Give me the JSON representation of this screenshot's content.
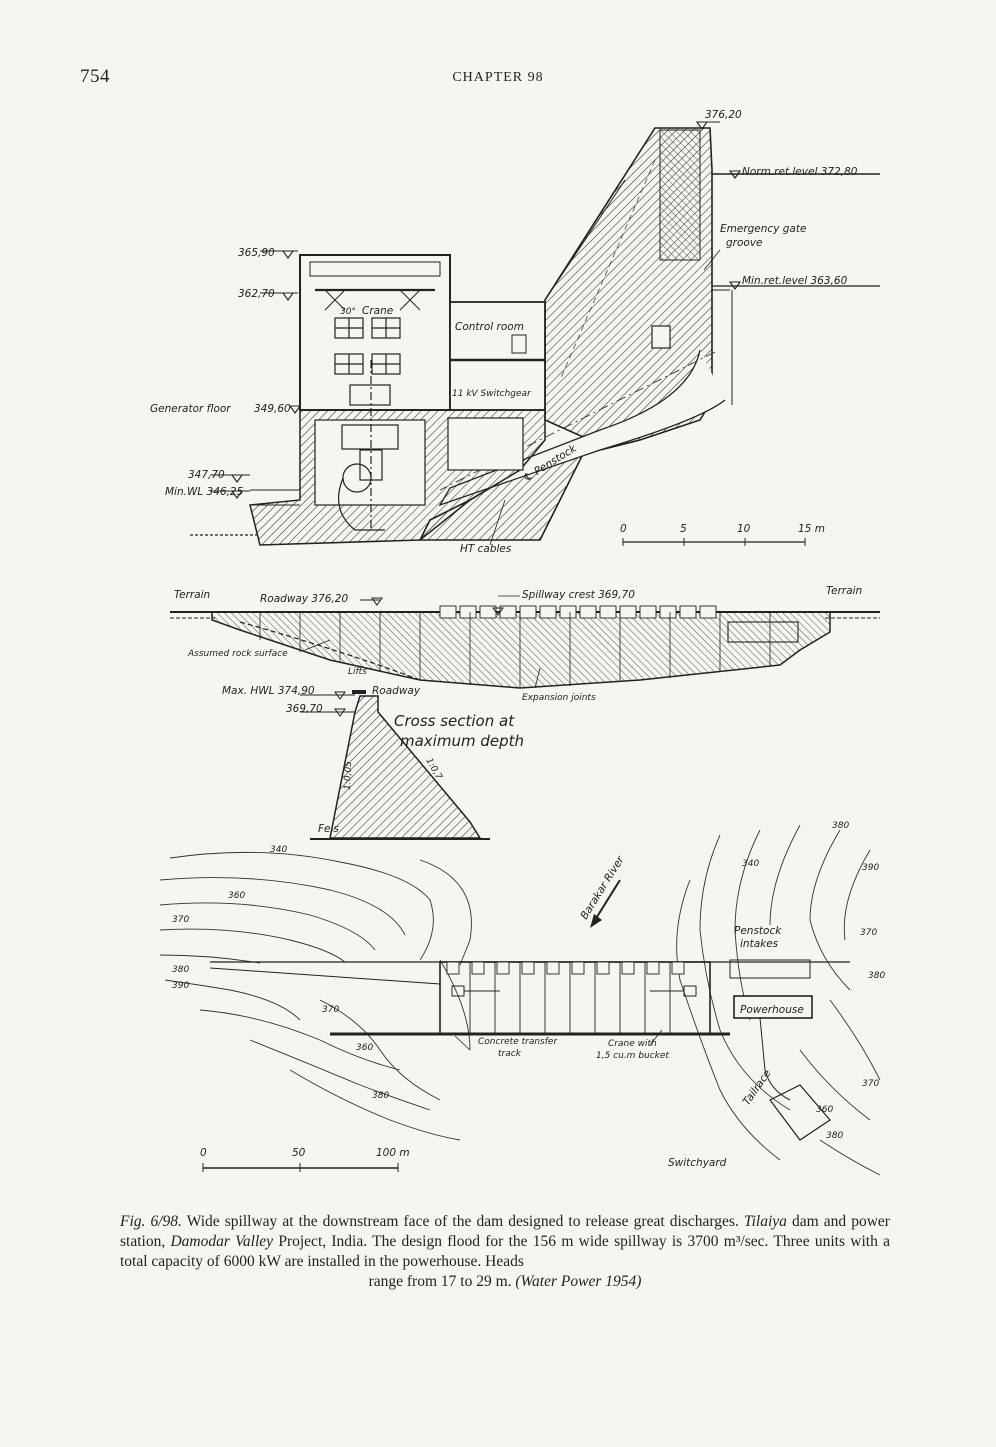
{
  "header": {
    "page_number": "754",
    "chapter": "CHAPTER 98"
  },
  "section_top": {
    "crest_level": "376,20",
    "norm_ret_level": "Norm.ret.level 372,80",
    "emergency_gate": [
      "Emergency gate",
      "groove"
    ],
    "min_ret_level": "Min.ret.level 363,60",
    "el_365": "365,90",
    "el_362": "362,70",
    "crane_angle": "30°",
    "crane": "Crane",
    "control_room": "Control room",
    "switchgear": "11 kV Switchgear",
    "generator_floor": "Generator floor",
    "generator_level": "349,60",
    "el_347": "347,70",
    "min_wl": "Min.WL 346,25",
    "penstock": "℄ Penstock",
    "ht_cables": "HT cables",
    "scale": [
      "0",
      "5",
      "10",
      "15 m"
    ]
  },
  "section_long": {
    "terrain_left": "Terrain",
    "roadway": "Roadway 376,20",
    "spillway_crest": "Spillway crest 369,70",
    "terrain_right": "Terrain",
    "rock_surface": "Assumed rock surface",
    "lifts": "Lifts",
    "expansion_joints": "Expansion joints"
  },
  "section_cross": {
    "max_hwl": "Max. HWL 374,90",
    "roadway": "Roadway",
    "crest": "369,70",
    "title": [
      "Cross section at",
      "maximum depth"
    ],
    "slope_up": "1:0,05",
    "slope_down": "1:0,7",
    "rock": "Fels"
  },
  "plan": {
    "river": "Barakar River",
    "penstock_intakes": [
      "Penstock",
      "intakes"
    ],
    "powerhouse": "Powerhouse",
    "transfer_track": [
      "Concrete transfer",
      "track"
    ],
    "crane_bucket": [
      "Crane with",
      "1,5 cu.m bucket"
    ],
    "tailrace": "Tailrace",
    "switchyard": "Switchyard",
    "contours": [
      "340",
      "360",
      "370",
      "380",
      "390",
      "370",
      "360",
      "380",
      "340",
      "380",
      "370",
      "390",
      "370",
      "360",
      "380",
      "380"
    ],
    "scale": [
      "0",
      "50",
      "100 m"
    ]
  },
  "caption": {
    "fig_no": "Fig. 6/98.",
    "text1": " Wide spillway at the downstream face of the dam designed to release great discharges. ",
    "dam": "Tilaiya",
    "text2": " dam and power station, ",
    "project": "Damodar Valley",
    "text3": " Project, India. The design flood for the 156 m wide spillway is 3700 m³/sec. Three units with a total capacity of 6000 kW are installed in the powerhouse. Heads",
    "last_line": "range from 17 to 29 m.",
    "source": "(Water Power 1954)"
  }
}
